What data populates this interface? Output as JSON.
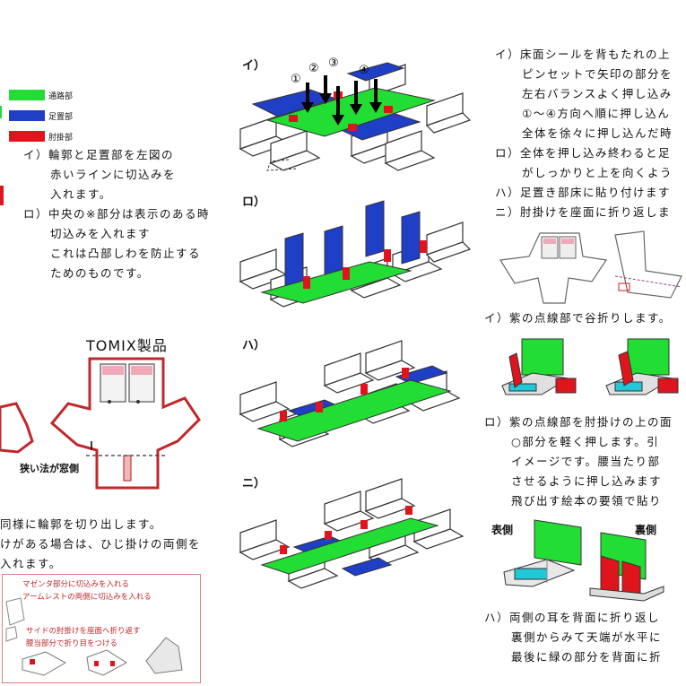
{
  "colors": {
    "green": "#22dd33",
    "blue": "#1f3fc7",
    "red": "#e0141c",
    "dark_red": "#b01a1a",
    "gray": "#8a8a8a",
    "cyan": "#22c7d8"
  },
  "legend": [
    {
      "label": "通路部",
      "color": "#22dd33"
    },
    {
      "label": "足置部",
      "color": "#1f3fc7"
    },
    {
      "label": "肘掛部",
      "color": "#e0141c"
    }
  ],
  "left_text": {
    "i": "イ）輪郭と足置部を左図の",
    "i2": "赤いラインに切込みを",
    "i3": "入れます。",
    "ro": "ロ）中央の※部分は表示のある時",
    "ro2": "切込みを入れます",
    "ro3": "これは凸部しわを防止する",
    "ro4": "ためのものです。"
  },
  "tomix_label": "TOMIX製品",
  "narrow_label": "狭い法が窓側",
  "bottom_left": {
    "line1": "同様に輪郭を切り出します。",
    "line2": "けがある場合は、ひじ掛けの両側を",
    "line3": "入れます。"
  },
  "note_box": {
    "line1": "マゼンタ部分に切込みを入れる",
    "line2": "アームレストの両側に切込みを入れる",
    "line3": "サイドの肘掛けを座面へ折り返す",
    "line4": "腰当部分で折り目をつける"
  },
  "section_labels": [
    "イ）",
    "ロ）",
    "ハ）",
    "ニ）"
  ],
  "arrow_numbers": [
    "①",
    "②",
    "③",
    "④"
  ],
  "right_text": {
    "i1": "イ）床面シールを背もたれの上",
    "i2": "ピンセットで矢印の部分を",
    "i3": "左右バランスよく押し込み",
    "i4": "①～④方向へ順に押し込ん",
    "i5": "全体を徐々に押し込んだ時",
    "ro1": "ロ）全体を押し込み終わると足",
    "ro2": "がしっかりと上を向くよう",
    "ha1": "ハ）足置き部床に貼り付けます",
    "ni1": "ニ）肘掛けを座面に折り返しま",
    "step_i": "イ）紫の点線部で谷折りします。",
    "step_ro1": "ロ）紫の点線部を肘掛けの上の面",
    "step_ro2": "○部分を軽く押します。引",
    "step_ro3": "イメージです。腰当たり部",
    "step_ro4": "させるように押し込みます",
    "step_ro5": "飛び出す絵本の要領で貼り",
    "front": "表側",
    "back": "裏側",
    "ha_final1": "ハ）両側の耳を背面に折り返し",
    "ha_final2": "裏側からみて天端が水平に",
    "ha_final3": "最後に緑の部分を背面に折"
  }
}
